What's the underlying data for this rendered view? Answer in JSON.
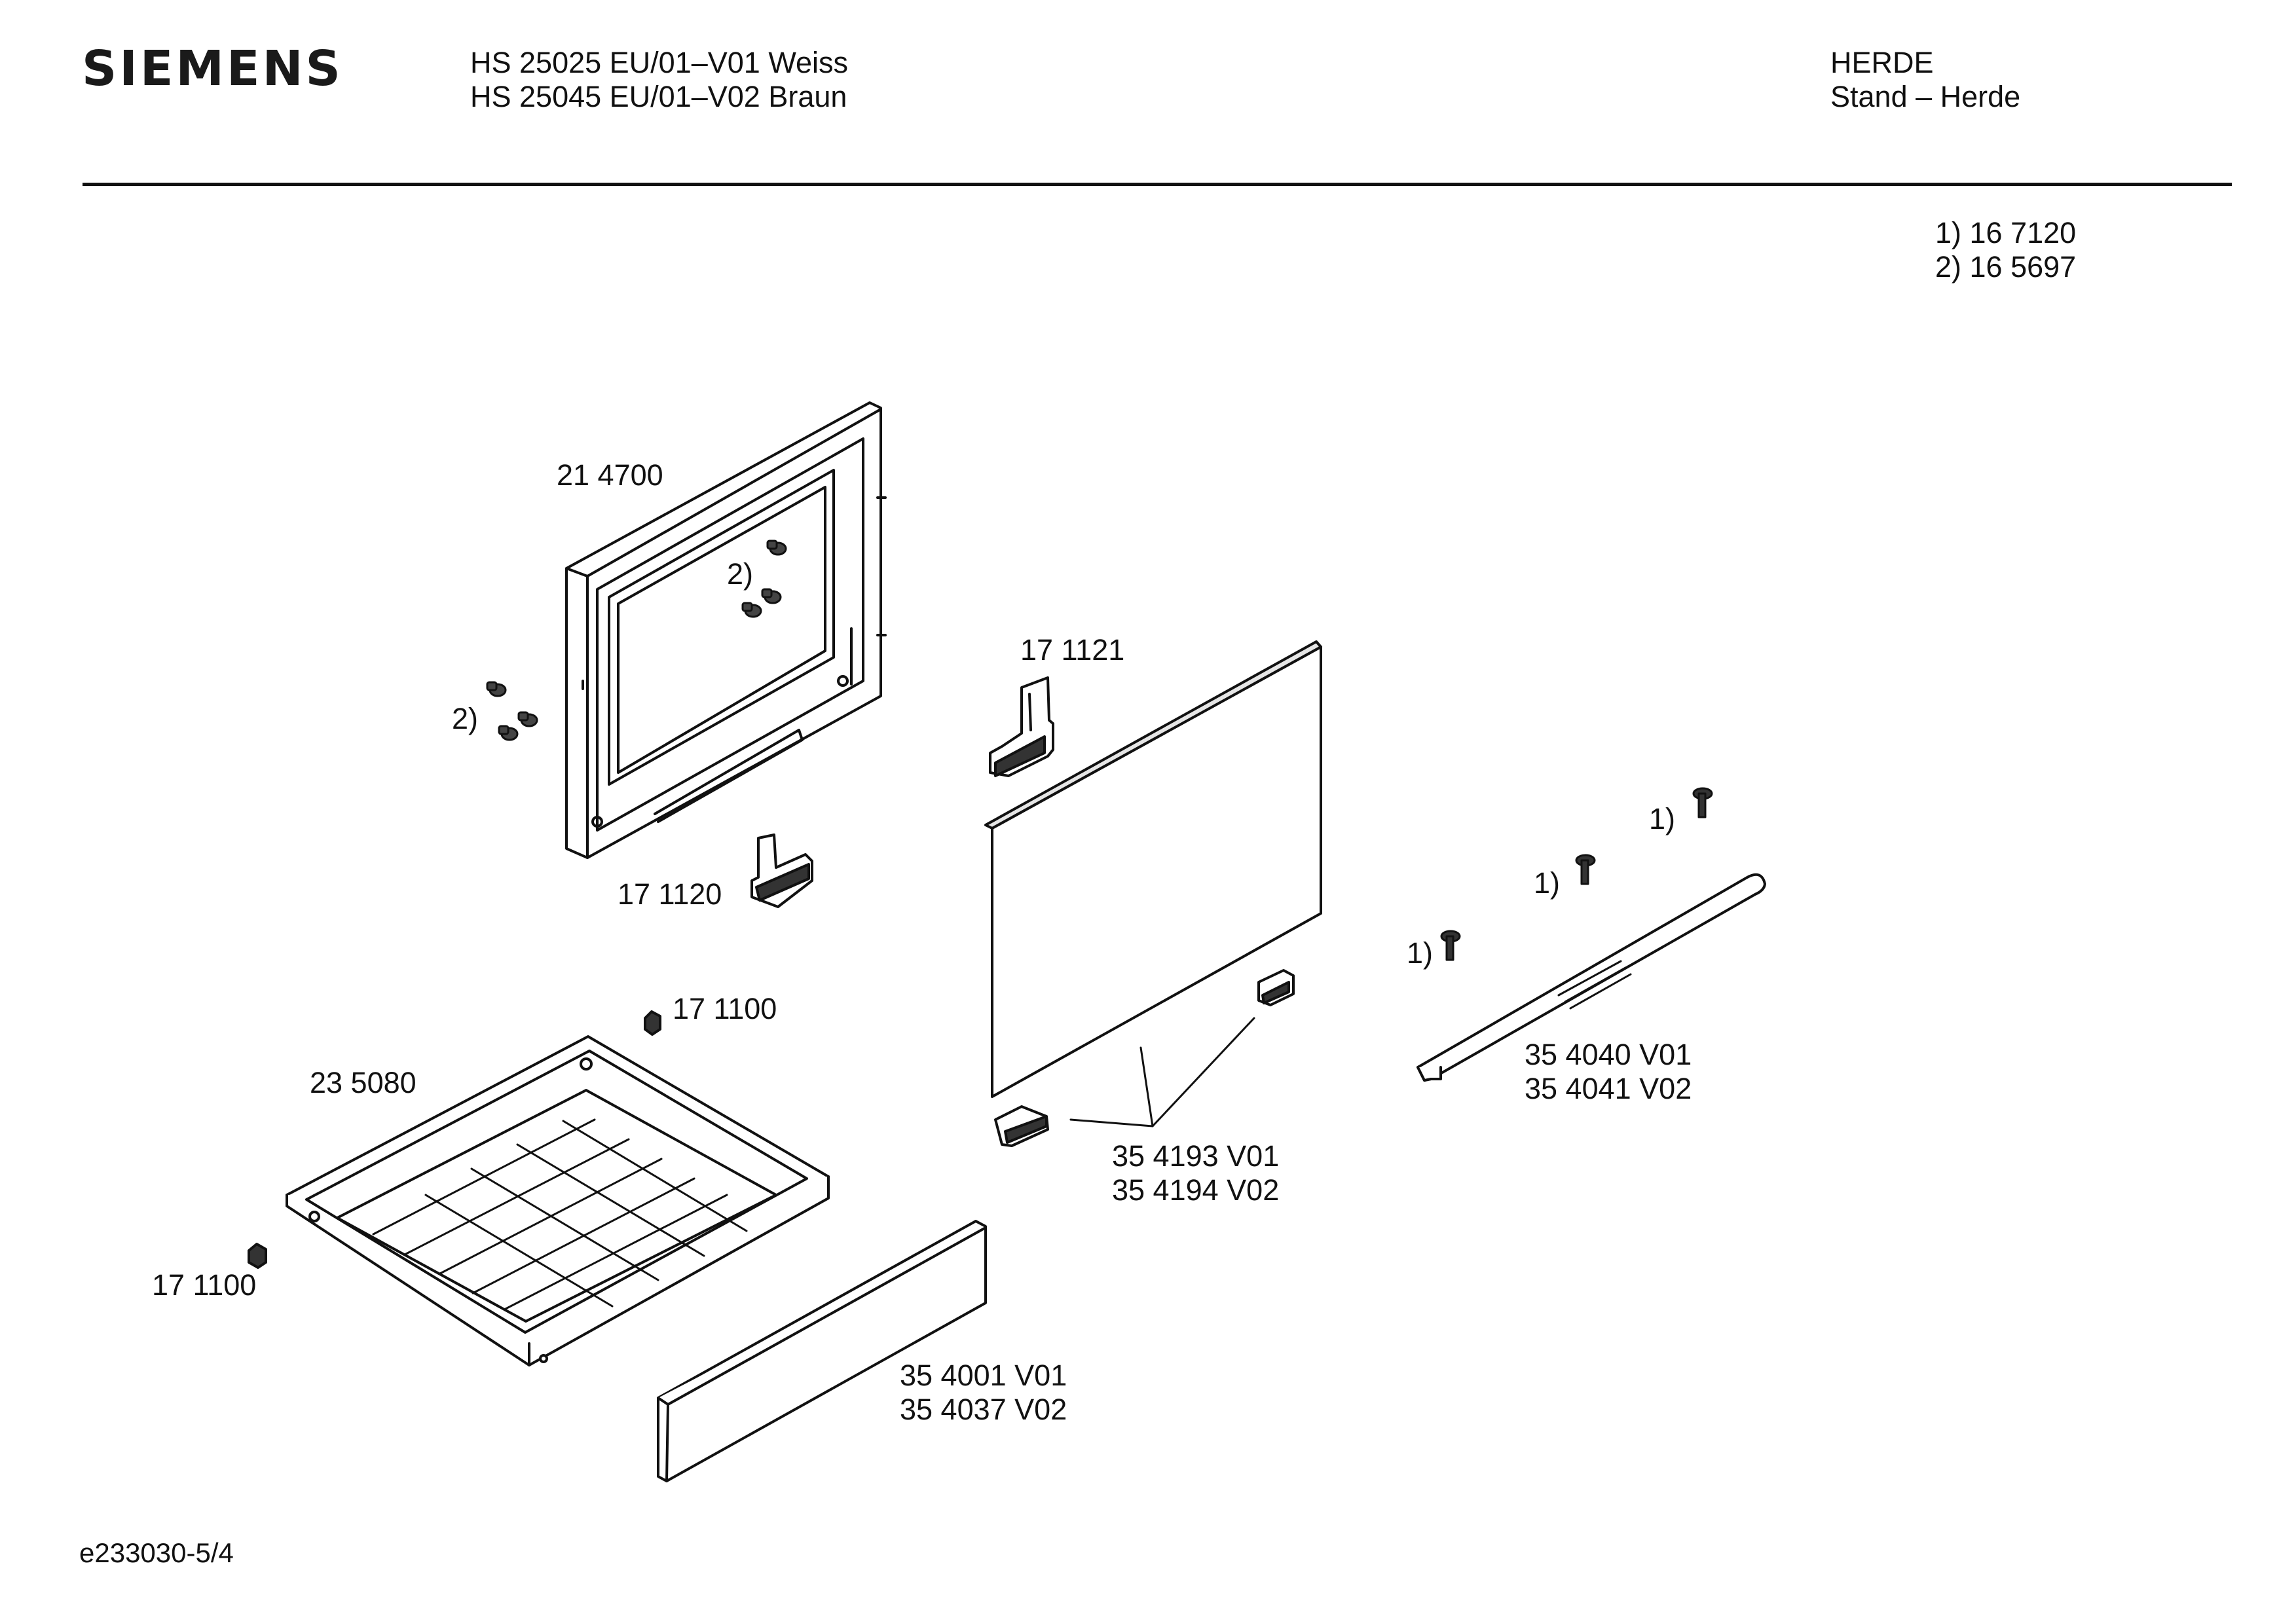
{
  "header": {
    "brand": "SIEMENS",
    "models": [
      "HS 25025 EU/01–V01 Weiss",
      "HS 25045 EU/01–V02 Braun"
    ],
    "category": "HERDE",
    "subcategory": "Stand – Herde"
  },
  "notes": [
    "1) 16 7120",
    "2) 16 5697"
  ],
  "parts": {
    "door_frame": "21 4700",
    "screws_frame_2a": "2)",
    "screws_frame_2b": "2)",
    "hinge_upper": "17 1121",
    "hinge_lower": "17 1120",
    "clip_upper": "17 1100",
    "baking_tray": "23 5080",
    "clip_lower": "17 1100",
    "glass_clips": [
      "35 4193 V01",
      "35 4194 V02"
    ],
    "handle": [
      "35 4040 V01",
      "35 4041 V02"
    ],
    "handle_screw_1a": "1)",
    "handle_screw_1b": "1)",
    "handle_screw_1c": "1)",
    "drawer_front": [
      "35 4001 V01",
      "35 4037 V02"
    ]
  },
  "footer": {
    "doc_id": "e233030-5/4"
  }
}
